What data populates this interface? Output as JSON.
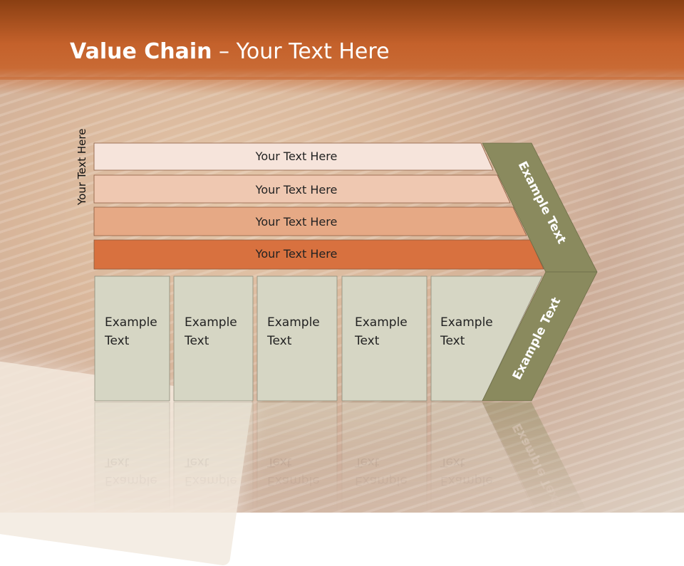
{
  "title": {
    "bold": "Value Chain",
    "rest": " – Your Text Here"
  },
  "side_label": "Your Text Here",
  "rows": [
    "Your Text Here",
    "Your Text Here",
    "Your Text Here",
    "Your Text Here"
  ],
  "cells": [
    {
      "line1": "Example",
      "line2": "Text"
    },
    {
      "line1": "Example",
      "line2": "Text"
    },
    {
      "line1": "Example",
      "line2": "Text"
    },
    {
      "line1": "Example",
      "line2": "Text"
    },
    {
      "line1": "Example",
      "line2": "Text"
    }
  ],
  "arrow_upper": "Example Text",
  "arrow_lower": "Example Text",
  "colors": {
    "header": "#c4612b",
    "row1": "#f6e4db",
    "row2": "#efc8b1",
    "row3": "#e6a985",
    "row4": "#d8713f",
    "cell": "#d6d6c4",
    "arrow": "#8a8a5e"
  }
}
